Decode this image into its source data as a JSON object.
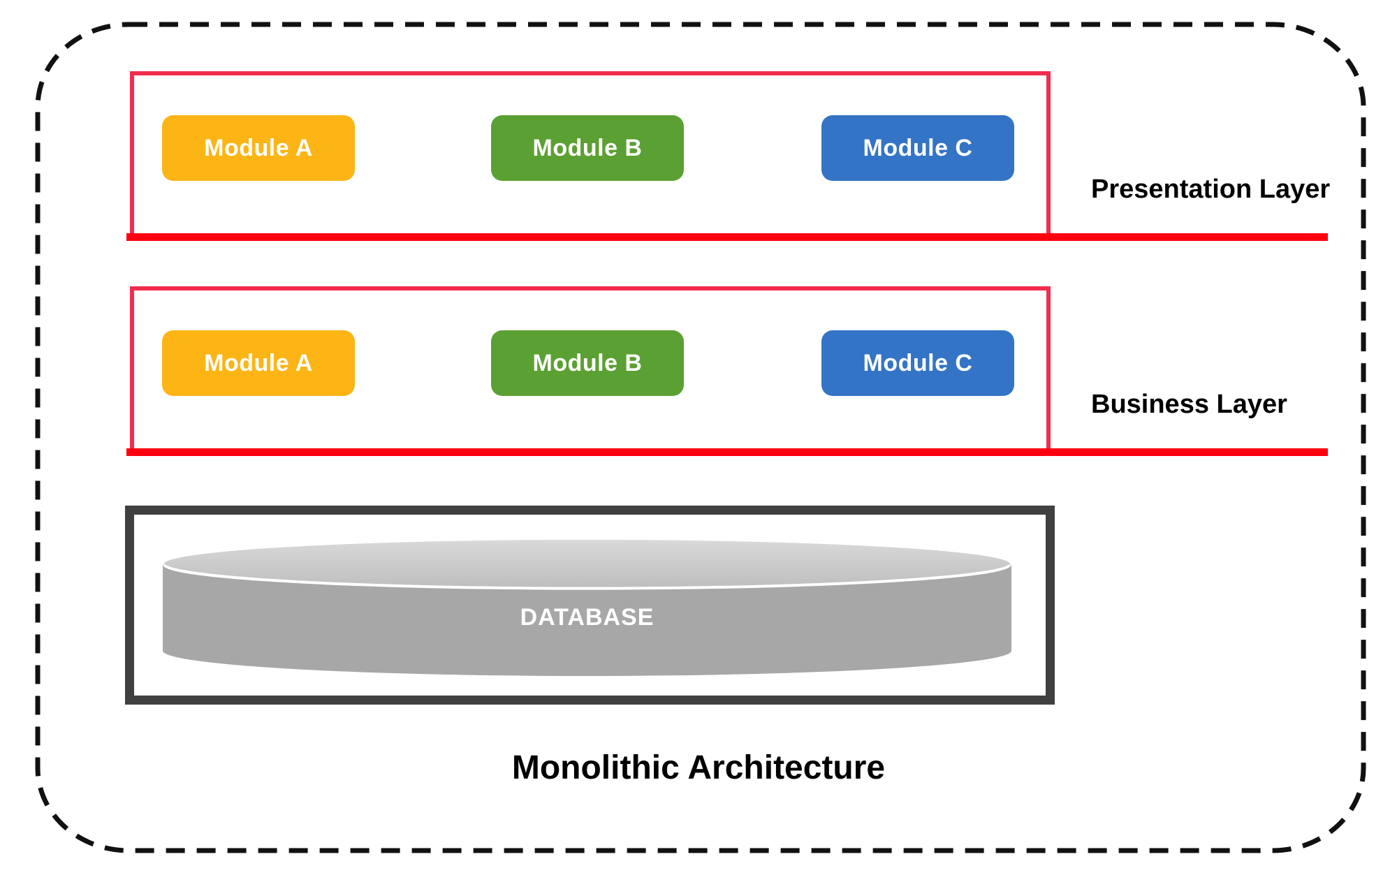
{
  "diagram_title": "Monolithic Architecture",
  "layers": [
    {
      "label": "Presentation Layer",
      "modules": [
        {
          "label": "Module A"
        },
        {
          "label": "Module B"
        },
        {
          "label": "Module C"
        }
      ]
    },
    {
      "label": "Business Layer",
      "modules": [
        {
          "label": "Module A"
        },
        {
          "label": "Module B"
        },
        {
          "label": "Module C"
        }
      ]
    }
  ],
  "database": {
    "label": "DATABASE"
  },
  "colors": {
    "module_a": "#FCB515",
    "module_b": "#5BA033",
    "module_c": "#3374C6",
    "module_text": "#FFFFFF",
    "layer_border": "#F22C4E",
    "layer_underline": "#FF0010",
    "database_border": "#404040",
    "cylinder_body": "#A7A7A7",
    "cylinder_top": "#CBCBCB",
    "outer_border": "#111111",
    "text": "#000000"
  }
}
